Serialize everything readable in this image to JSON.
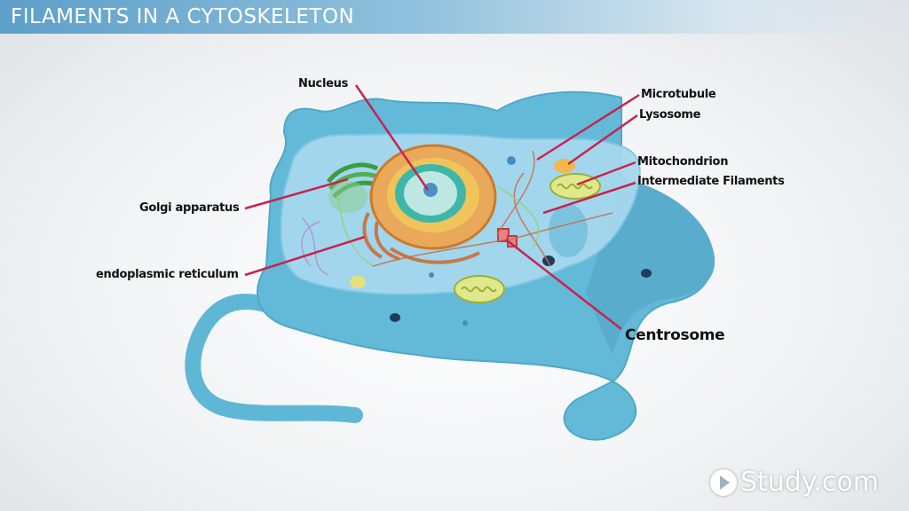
{
  "header": {
    "title": "FILAMENTS IN A CYTOSKELETON"
  },
  "labels": {
    "nucleus": "Nucleus",
    "microtubule": "Microtubule",
    "lysosome": "Lysosome",
    "mitochondrion": "Mitochondrion",
    "intermediate_filaments": "Intermediate Filaments",
    "golgi_apparatus": "Golgi apparatus",
    "endoplasmic_reticulum": "endoplasmic reticulum",
    "centrosome": "Centrosome"
  },
  "brand": {
    "name": "Study.com"
  },
  "colors": {
    "leader_line": "#c8234f",
    "cell_outer": "#6fbfdc",
    "cell_inner": "#9fd6ec",
    "title_bar": "#5d9fc9"
  }
}
